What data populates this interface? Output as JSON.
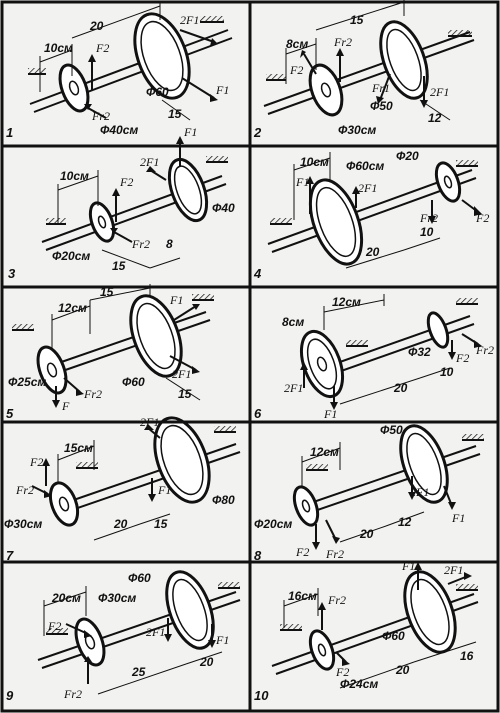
{
  "panels": [
    {
      "number": "1",
      "dims": [
        "10см",
        "20",
        "15"
      ],
      "diameters": [
        "Ф40см",
        "Ф60"
      ],
      "forces": [
        "F2",
        "Fr2",
        "2F1",
        "F1"
      ]
    },
    {
      "number": "2",
      "dims": [
        "8см",
        "15",
        "12"
      ],
      "diameters": [
        "Ф30см",
        "Ф50"
      ],
      "forces": [
        "F2",
        "Fr2",
        "Fr1",
        "2F1"
      ]
    },
    {
      "number": "3",
      "dims": [
        "10см",
        "15",
        "8"
      ],
      "diameters": [
        "Ф20см",
        "Ф40"
      ],
      "forces": [
        "F2",
        "Fr2",
        "2F1",
        "F1"
      ]
    },
    {
      "number": "4",
      "dims": [
        "10см",
        "20",
        "10"
      ],
      "diameters": [
        "Ф60см",
        "Ф20"
      ],
      "forces": [
        "F1",
        "2F1",
        "Fr2",
        "F2"
      ]
    },
    {
      "number": "5",
      "dims": [
        "12см",
        "15",
        "15"
      ],
      "diameters": [
        "Ф25см",
        "Ф60"
      ],
      "forces": [
        "F",
        "Fr2",
        "F1",
        "2F1"
      ]
    },
    {
      "number": "6",
      "dims": [
        "12см",
        "20",
        "10"
      ],
      "diameters": [
        "8см",
        "Ф32"
      ],
      "forces": [
        "2F1",
        "F1",
        "F2",
        "Fr2"
      ]
    },
    {
      "number": "7",
      "dims": [
        "15см",
        "20",
        "15"
      ],
      "diameters": [
        "Ф30см",
        "Ф80"
      ],
      "forces": [
        "F2",
        "Fr2",
        "2F1",
        "F1"
      ]
    },
    {
      "number": "8",
      "dims": [
        "12см",
        "20",
        "12"
      ],
      "diameters": [
        "Ф20см",
        "Ф50"
      ],
      "forces": [
        "F2",
        "Fr2",
        "2F1",
        "F1"
      ]
    },
    {
      "number": "9",
      "dims": [
        "20см",
        "25",
        "20"
      ],
      "diameters": [
        "Ф30см",
        "Ф60"
      ],
      "forces": [
        "F2",
        "Fr2",
        "2F1",
        "F1"
      ]
    },
    {
      "number": "10",
      "dims": [
        "16см",
        "20",
        "16"
      ],
      "diameters": [
        "Ф24см",
        "Ф60"
      ],
      "forces": [
        "Fr2",
        "F2",
        "F1",
        "2F1"
      ]
    }
  ]
}
